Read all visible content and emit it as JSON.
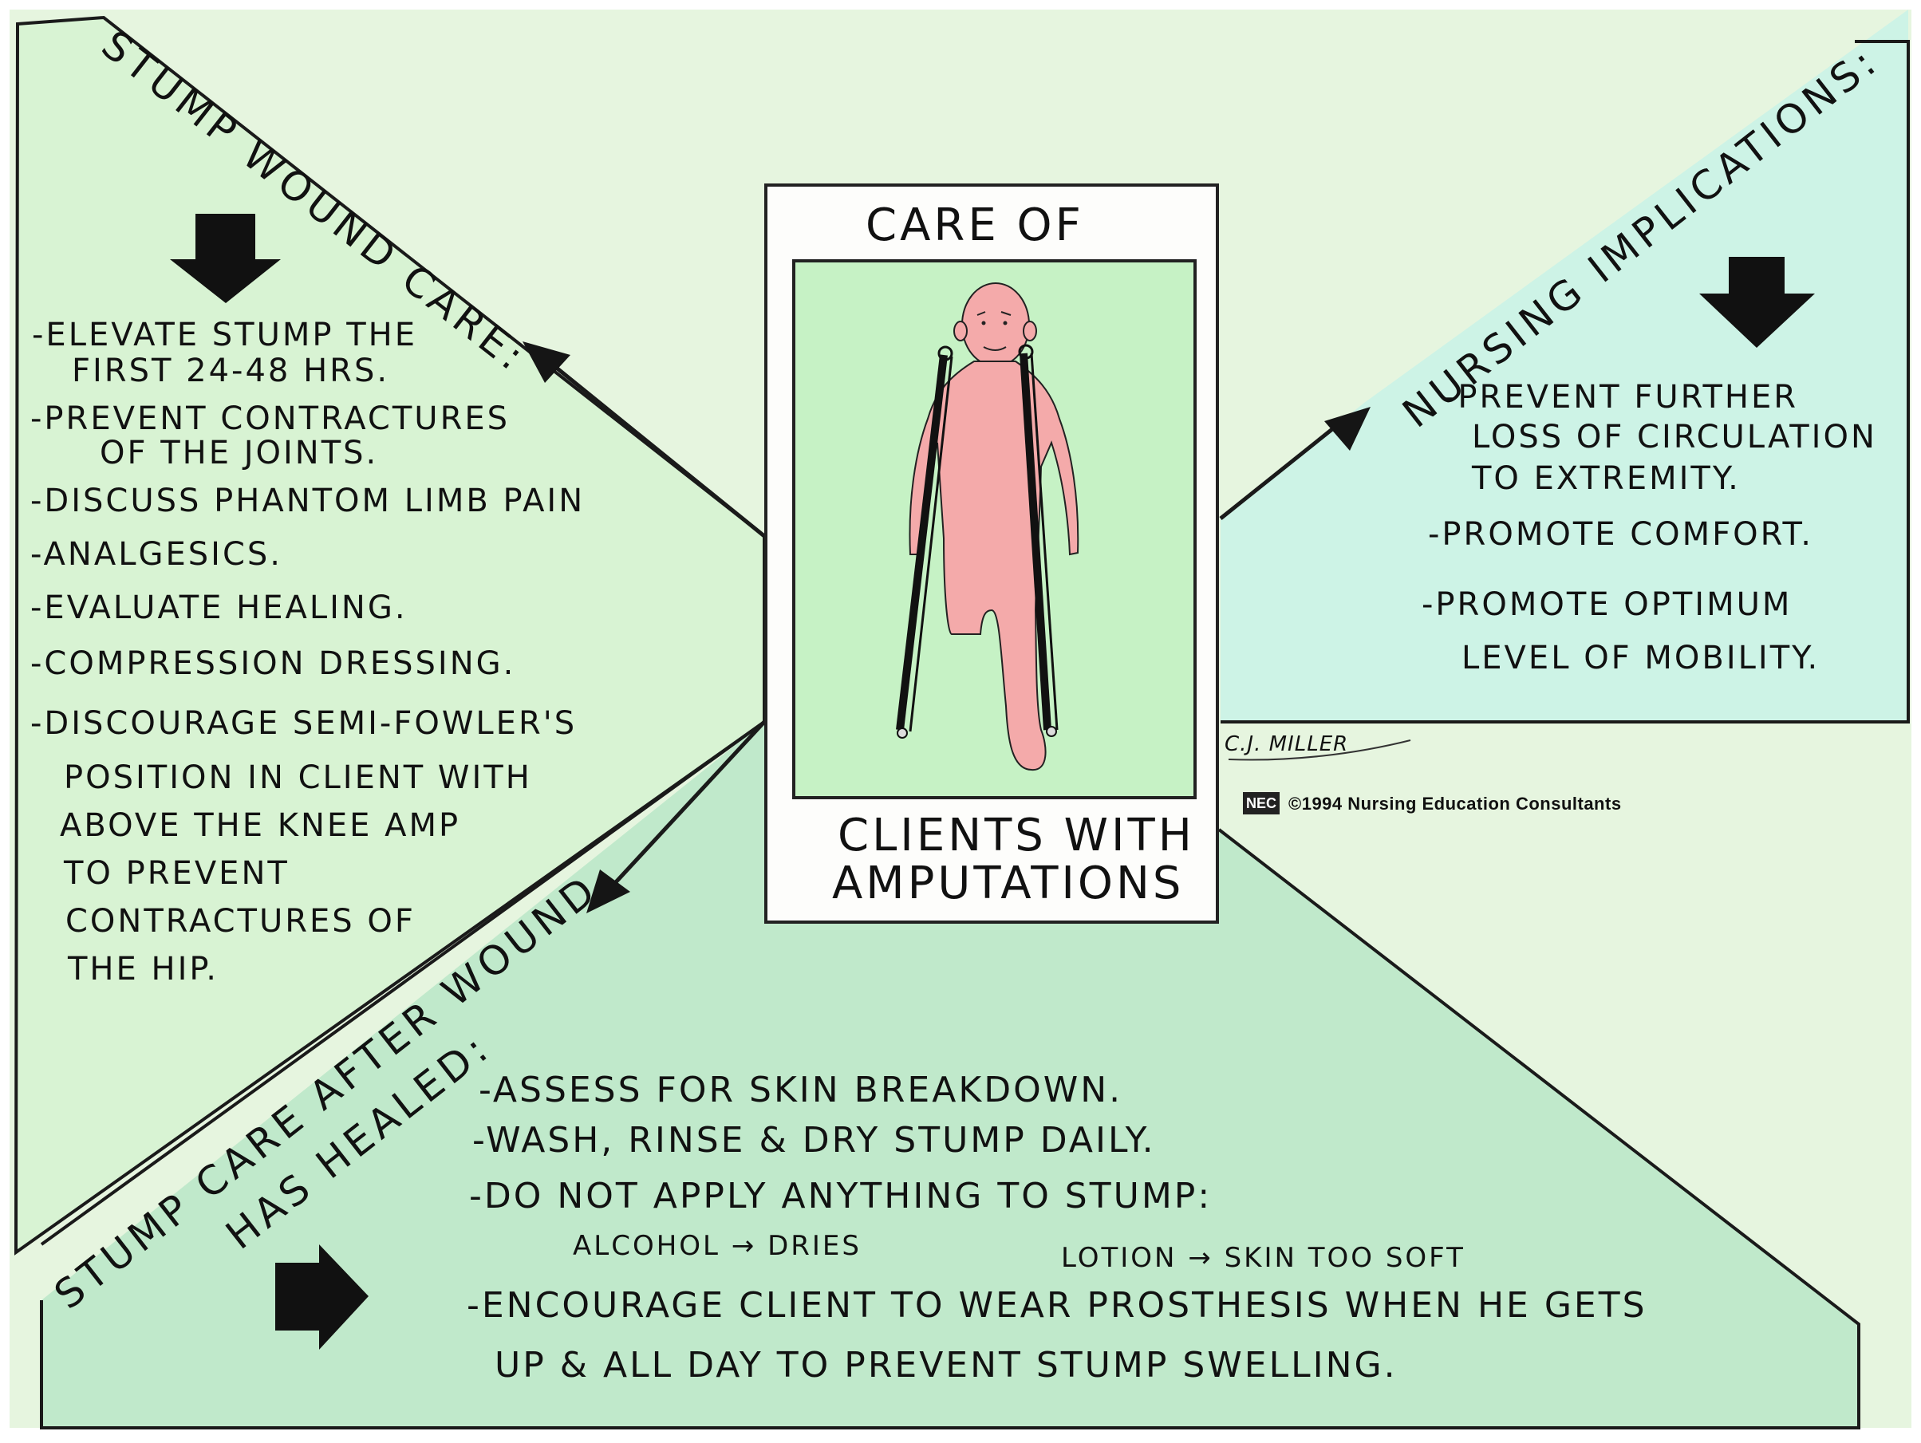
{
  "card": {
    "title": "CARE OF",
    "subtitle_line1": "CLIENTS WITH",
    "subtitle_line2": "AMPUTATIONS"
  },
  "stump_wound_care": {
    "heading": "STUMP WOUND CARE:",
    "items": [
      "-ELEVATE STUMP THE",
      "FIRST 24-48 HRS.",
      "-PREVENT CONTRACTURES",
      "OF THE JOINTS.",
      "-DISCUSS PHANTOM LIMB PAIN",
      "-ANALGESICS.",
      "-EVALUATE HEALING.",
      "-COMPRESSION DRESSING.",
      "-DISCOURAGE SEMI-FOWLER'S",
      "POSITION IN CLIENT WITH",
      "ABOVE THE KNEE AMP",
      "TO PREVENT",
      "CONTRACTURES OF",
      "THE HIP."
    ]
  },
  "nursing_implications": {
    "heading": "NURSING IMPLICATIONS:",
    "items": [
      "-PREVENT FURTHER",
      "LOSS OF CIRCULATION",
      "TO EXTREMITY.",
      "-PROMOTE COMFORT.",
      "-PROMOTE OPTIMUM",
      "LEVEL OF MOBILITY."
    ]
  },
  "stump_care_after": {
    "heading_line1": "STUMP CARE AFTER WOUND",
    "heading_line2": "HAS HEALED:",
    "items": [
      "-ASSESS FOR SKIN BREAKDOWN.",
      "-WASH, RINSE & DRY STUMP DAILY.",
      "-DO NOT APPLY ANYTHING TO STUMP:",
      "ALCOHOL → DRIES",
      "LOTION → SKIN TOO SOFT",
      "-ENCOURAGE CLIENT TO WEAR PROSTHESIS WHEN HE GETS",
      "UP & ALL DAY TO PREVENT STUMP SWELLING."
    ]
  },
  "signature": "C.J. MILLER",
  "copyright": "©1994 Nursing Education Consultants",
  "logo_text": "NEC",
  "colors": {
    "top_panel": "#e3f4dd",
    "left_panel": "#d6f2d2",
    "right_panel": "#c9f2e4",
    "bottom_panel": "#bfe8c9",
    "picture_bg": "#c6f2c5",
    "figure": "#f4aaaa",
    "ink": "#151515"
  }
}
